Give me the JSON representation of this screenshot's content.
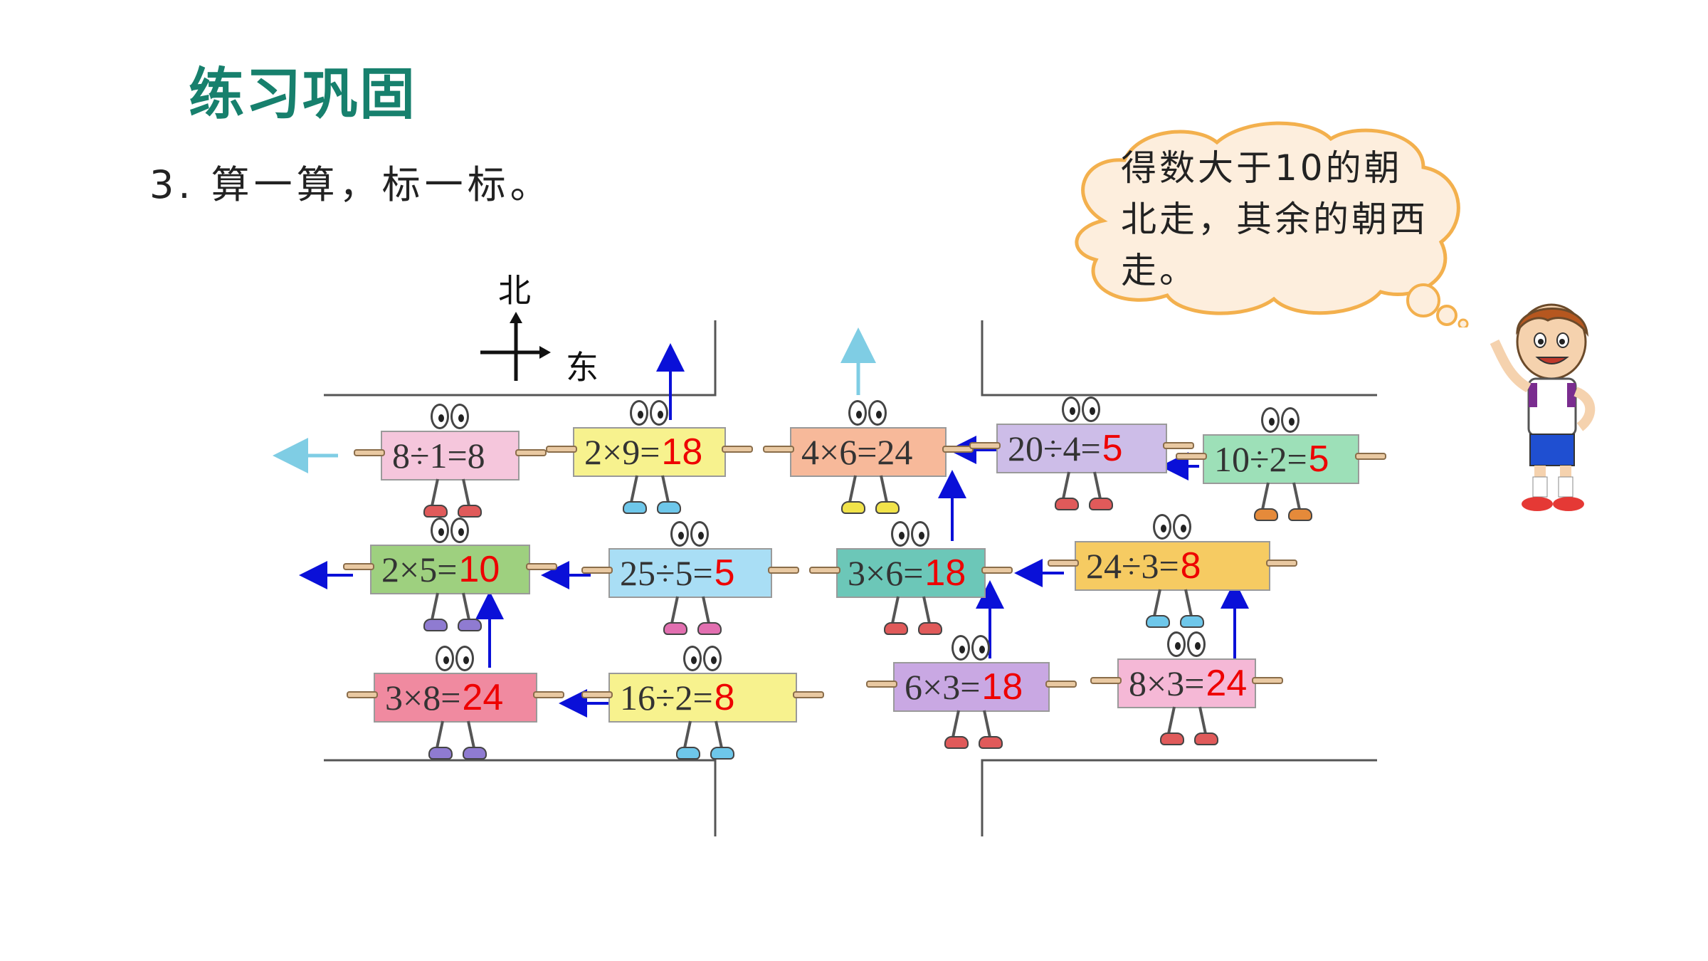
{
  "title": "练习巩固",
  "question": "3. 算一算，标一标。",
  "compass": {
    "north": "北",
    "east": "东"
  },
  "bubble_text": "得数大于10的朝北走，其余的朝西走。",
  "cards": [
    {
      "expr": "8÷1=8",
      "answer": "",
      "color": "#f5c6dc",
      "shoe": "#e05a5a"
    },
    {
      "expr": "2×9=",
      "answer": "18",
      "color": "#f7f28e",
      "shoe": "#6ec7ea"
    },
    {
      "expr": "4×6=24",
      "answer": "",
      "color": "#f7b99a",
      "shoe": "#f1e34a"
    },
    {
      "expr": "20÷4=",
      "answer": "5",
      "color": "#cdbde8",
      "shoe": "#e05a5a"
    },
    {
      "expr": "10÷2=",
      "answer": "5",
      "color": "#9de0b8",
      "shoe": "#e58a3a"
    },
    {
      "expr": "2×5=",
      "answer": "10",
      "color": "#9ed07f",
      "shoe": "#8f7bd1"
    },
    {
      "expr": "25÷5=",
      "answer": "5",
      "color": "#a9def5",
      "shoe": "#e26fb0"
    },
    {
      "expr": "3×6=",
      "answer": "18",
      "color": "#6cc7b8",
      "shoe": "#e05a5a"
    },
    {
      "expr": "24÷3=",
      "answer": "8",
      "color": "#f6cb62",
      "shoe": "#6ec7ea"
    },
    {
      "expr": "3×8=",
      "answer": "24",
      "color": "#f08aa0",
      "shoe": "#8f7bd1"
    },
    {
      "expr": "16÷2=",
      "answer": "8",
      "color": "#f7f28e",
      "shoe": "#6ec7ea"
    },
    {
      "expr": "6×3=",
      "answer": "18",
      "color": "#c9a8e3",
      "shoe": "#e05a5a"
    },
    {
      "expr": "8×3=",
      "answer": "24",
      "color": "#f5b8d6",
      "shoe": "#e05a5a"
    }
  ]
}
